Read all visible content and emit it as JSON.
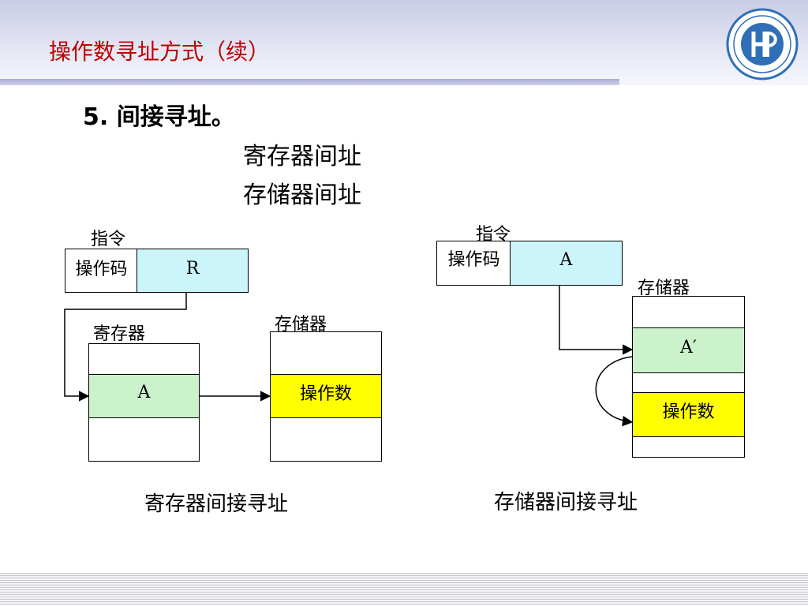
{
  "slide": {
    "title": "操作数寻址方式（续）",
    "heading": "5. 间接寻址。",
    "subitems": [
      "寄存器间址",
      "存储器间址"
    ]
  },
  "left_diagram": {
    "instruction_label": "指令",
    "opcode": "操作码",
    "operand_field": "R",
    "register_label": "寄存器",
    "register_cell": "A",
    "memory_label": "存储器",
    "memory_cell": "操作数",
    "caption": "寄存器间接寻址"
  },
  "right_diagram": {
    "instruction_label": "指令",
    "opcode": "操作码",
    "operand_field": "A",
    "memory_label": "存储器",
    "address_cell": "A′",
    "operand_cell": "操作数",
    "caption": "存储器间接寻址"
  },
  "colors": {
    "title": "#c00000",
    "cyan_field": "#ccf5fb",
    "green_cell": "#ccf2cc",
    "yellow_cell": "#ffff00"
  }
}
